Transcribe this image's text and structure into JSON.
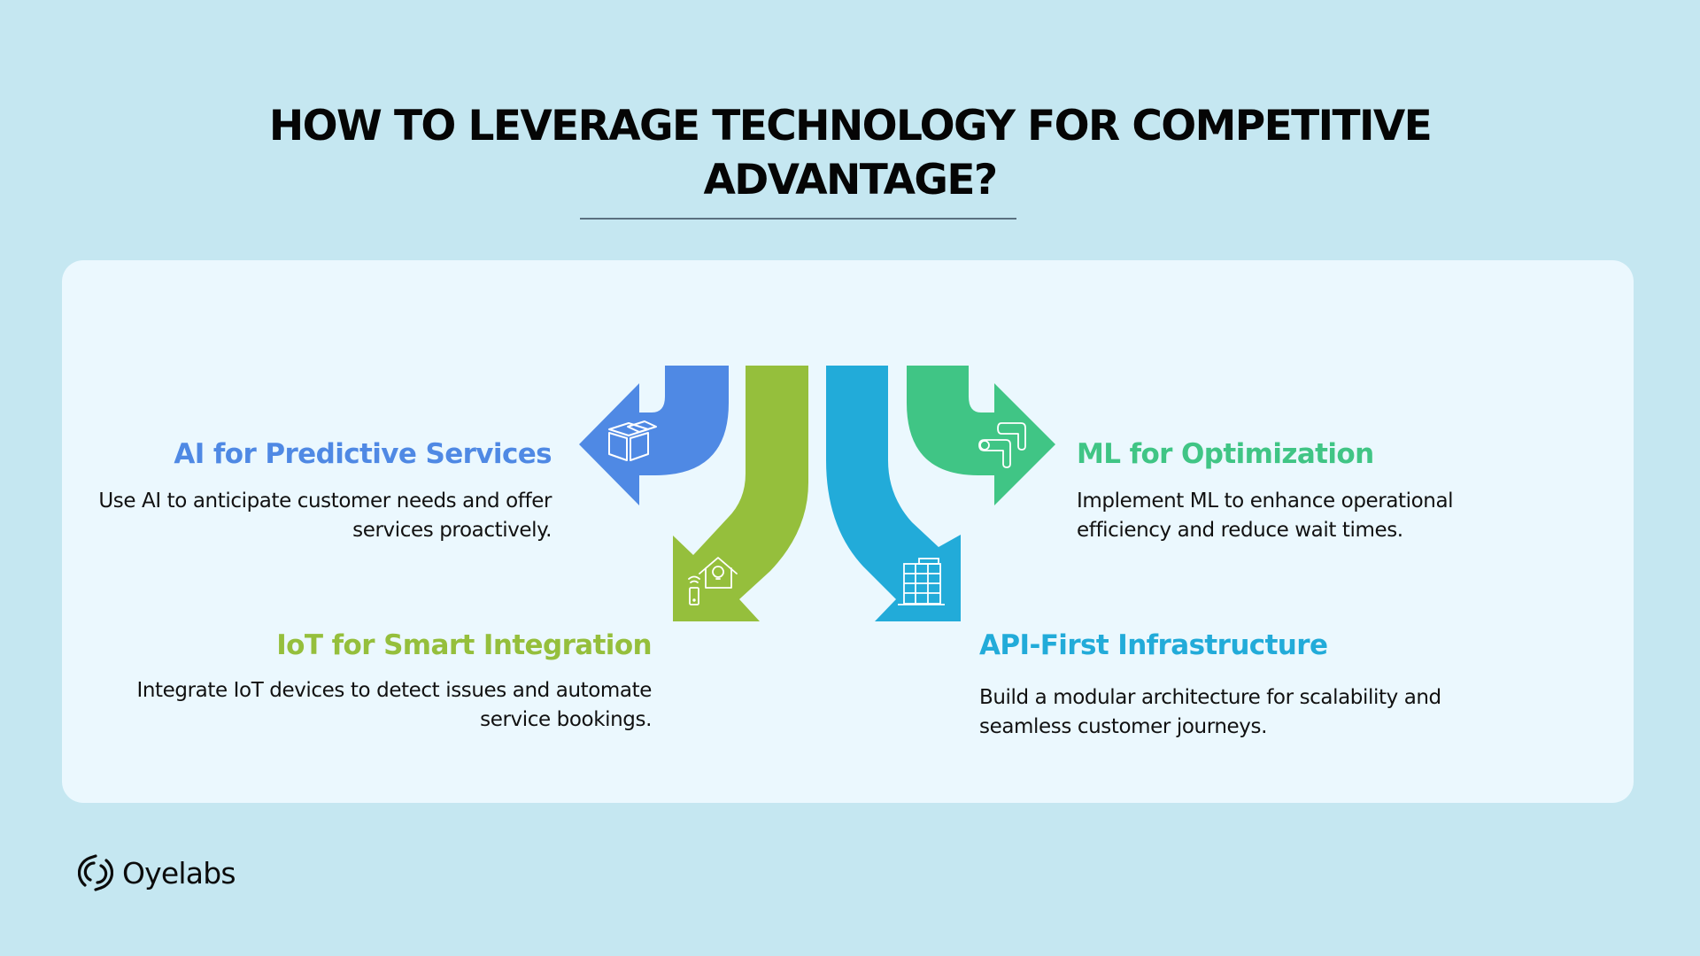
{
  "title": {
    "line1": "HOW TO LEVERAGE TECHNOLOGY FOR COMPETITIVE",
    "line2": "ADVANTAGE?"
  },
  "colors": {
    "background": "#c5e7f1",
    "panel": "#ebf8fe",
    "ai": "#4f89e4",
    "iot": "#95bf3c",
    "api": "#22abd9",
    "ml": "#40c585",
    "divider": "#5a7080"
  },
  "items": [
    {
      "id": "ai",
      "heading": "AI for Predictive Services",
      "body": "Use AI to anticipate customer needs and offer services proactively.",
      "icon": "cube-icon",
      "arrow_direction": "left"
    },
    {
      "id": "iot",
      "heading": "IoT for Smart Integration",
      "body": "Integrate IoT devices to detect issues and automate service bookings.",
      "icon": "smart-home-icon",
      "arrow_direction": "down-left"
    },
    {
      "id": "api",
      "heading": "API-First Infrastructure",
      "body": "Build a modular architecture for scalability and seamless customer journeys.",
      "icon": "building-icon",
      "arrow_direction": "down-right"
    },
    {
      "id": "ml",
      "heading": "ML for Optimization",
      "body": "Implement ML to enhance operational efficiency and reduce wait times.",
      "icon": "workflow-icon",
      "arrow_direction": "right"
    }
  ],
  "brand": {
    "name": "Oyelabs",
    "icon": "oyelabs-logo-icon"
  }
}
